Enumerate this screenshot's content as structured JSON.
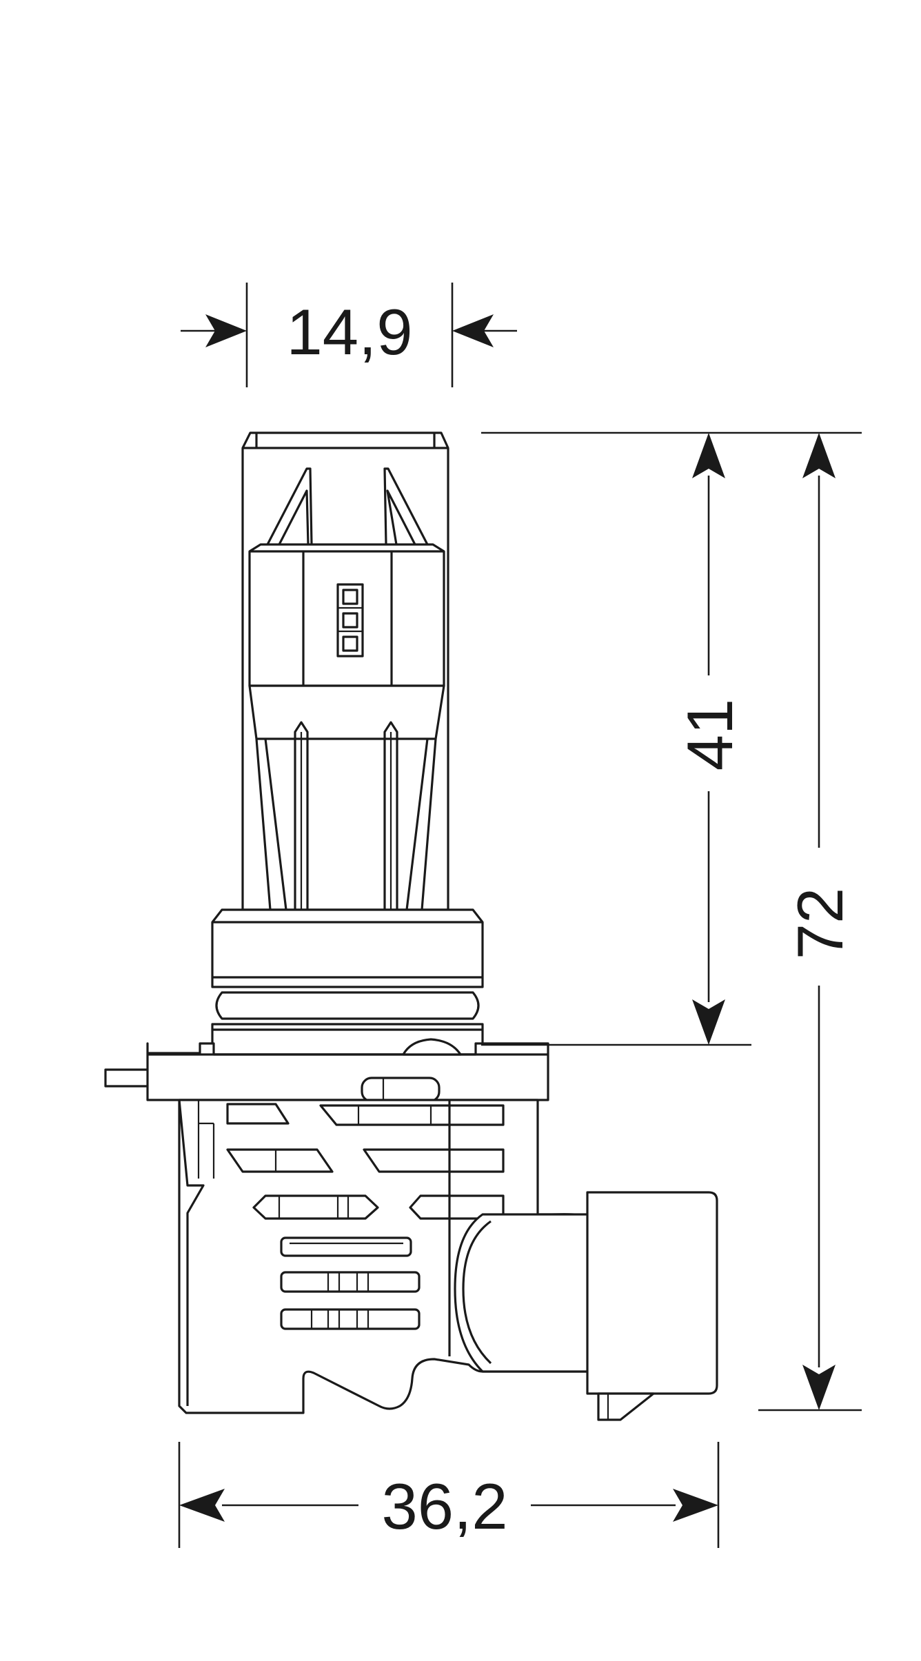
{
  "dimensions": {
    "head_width": "14,9",
    "head_height": "41",
    "total_height": "72",
    "total_width": "36,2"
  },
  "colors": {
    "line": "#1a1a1a",
    "background": "#ffffff"
  }
}
